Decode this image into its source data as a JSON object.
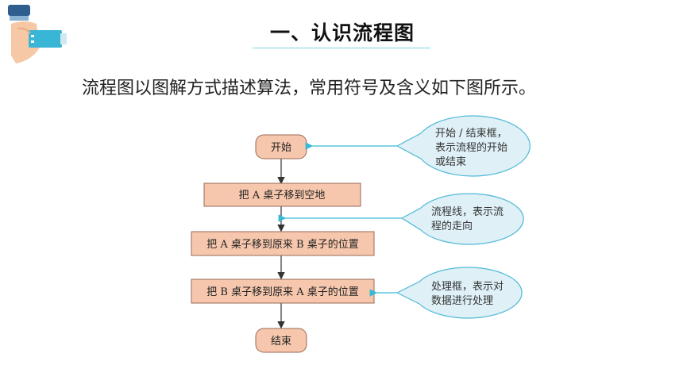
{
  "slide": {
    "title": "一、认识流程图",
    "subtitle": "流程图以图解方式描述算法，常用符号及含义如下图所示。"
  },
  "flowchart": {
    "start_label": "开始",
    "end_label": "结束",
    "steps": [
      "把 A 桌子移到空地",
      "把 A 桌子移到原来 B 桌子的位置",
      "把 B 桌子移到原来 A 桌子的位置"
    ],
    "callouts": {
      "terminal": [
        "开始 / 结束框，",
        "表示流程的开始",
        "或结束"
      ],
      "flowline": [
        "流程线，表示流",
        "程的走向"
      ],
      "process": [
        "处理框，表示对",
        "数据进行处理"
      ]
    }
  },
  "colors": {
    "box_fill": "#f6c7ad",
    "box_stroke": "#9a6a54",
    "bubble_fill": "#dff0f7",
    "bubble_stroke": "#4fb9d6",
    "accent": "#38b9d6"
  }
}
